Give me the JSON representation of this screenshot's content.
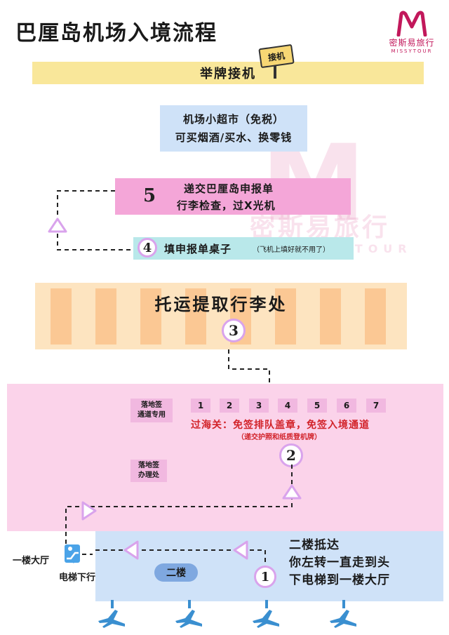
{
  "title": "巴厘岛机场入境流程",
  "logo": {
    "cn": "密斯易旅行",
    "en": "MISSYTOUR"
  },
  "watermark": {
    "cn": "密斯易旅行",
    "en": "MISSYTOUR"
  },
  "pickup": {
    "label": "举牌接机",
    "sign": "接机"
  },
  "duty_free": {
    "line1": "机场小超市（免税）",
    "line2": "可买烟酒/买水、换零钱"
  },
  "step5": {
    "num": "5",
    "line1": "递交巴厘岛申报单",
    "line2": "行李检查，过X光机"
  },
  "step4": {
    "num": "4",
    "label": "填申报单桌子",
    "note": "（飞机上填好就不用了）"
  },
  "baggage": {
    "label": "托运提取行李处",
    "num": "3"
  },
  "voa_lane": {
    "line1": "落地签",
    "line2": "通道专用"
  },
  "gates": [
    "1",
    "2",
    "3",
    "4",
    "5",
    "6",
    "7"
  ],
  "customs": {
    "main": "过海关：免签排队盖章，免签入境通道",
    "sub": "（递交护照和纸质登机牌）"
  },
  "step2": {
    "num": "2"
  },
  "voa_office": {
    "line1": "落地签",
    "line2": "办理处"
  },
  "first_floor_hall": "一楼大厅",
  "escalator_down": "电梯下行",
  "floor2_pill": "二楼",
  "step1": {
    "num": "1"
  },
  "arrival_instructions": {
    "line1": "二楼抵达",
    "line2": "你左转一直走到头",
    "line3": "下电梯到一楼大厅"
  },
  "colors": {
    "yellow_bar": "#f9e79a",
    "blue_box": "#cfe2f8",
    "pink_box": "#f4a6d8",
    "mint_box": "#b9e8ea",
    "baggage": "#fde4c0",
    "arrivals_zone": "#fbd3ea",
    "customs_text": "#d2232a",
    "circle_border": "#d9a3ec"
  },
  "icons": [
    "logo-m-icon",
    "pickup-sign-icon",
    "escalator-icon",
    "airplane-icon",
    "triangle-arrow-icon"
  ]
}
